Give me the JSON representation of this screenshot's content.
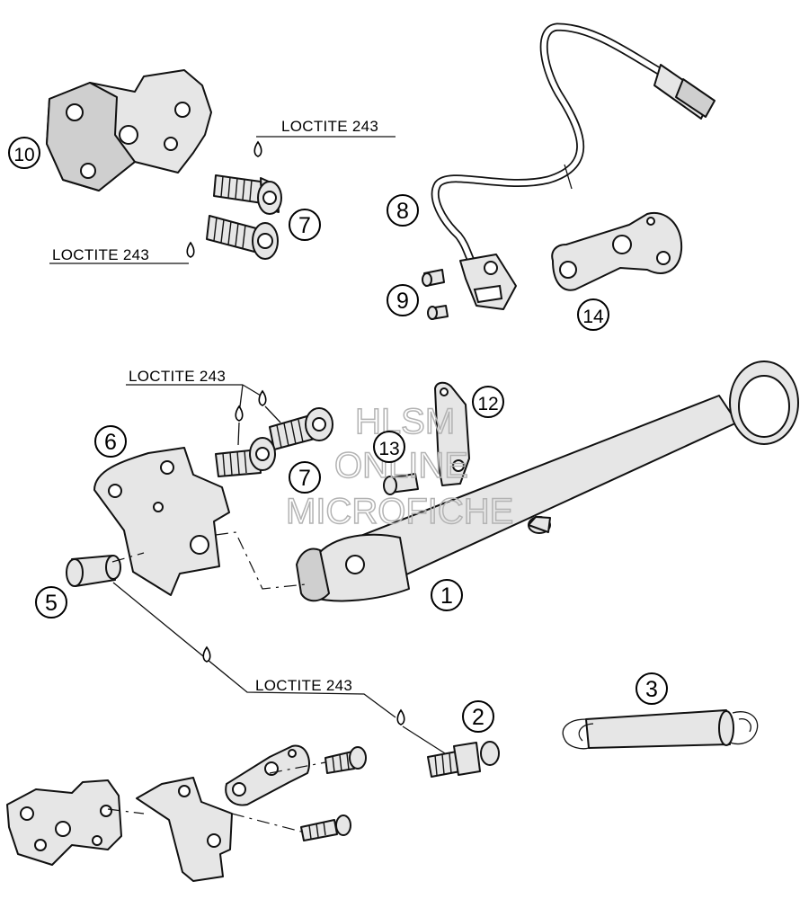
{
  "callouts": {
    "c1": "1",
    "c2": "2",
    "c3": "3",
    "c5": "5",
    "c6": "6",
    "c7a": "7",
    "c7b": "7",
    "c8": "8",
    "c9": "9",
    "c10": "10",
    "c12": "12",
    "c13": "13",
    "c14": "14"
  },
  "notes": {
    "loctite_1": "LOCTITE 243",
    "loctite_2": "LOCTITE 243",
    "loctite_3": "LOCTITE 243",
    "loctite_4": "LOCTITE 243"
  },
  "watermark": {
    "line1": "HLSM",
    "line2": "ONLINE",
    "line3": "MICROFICHE"
  },
  "colors": {
    "line": "#111111",
    "part_fill": "#e6e6e6",
    "watermark": "#b3b3b3"
  }
}
